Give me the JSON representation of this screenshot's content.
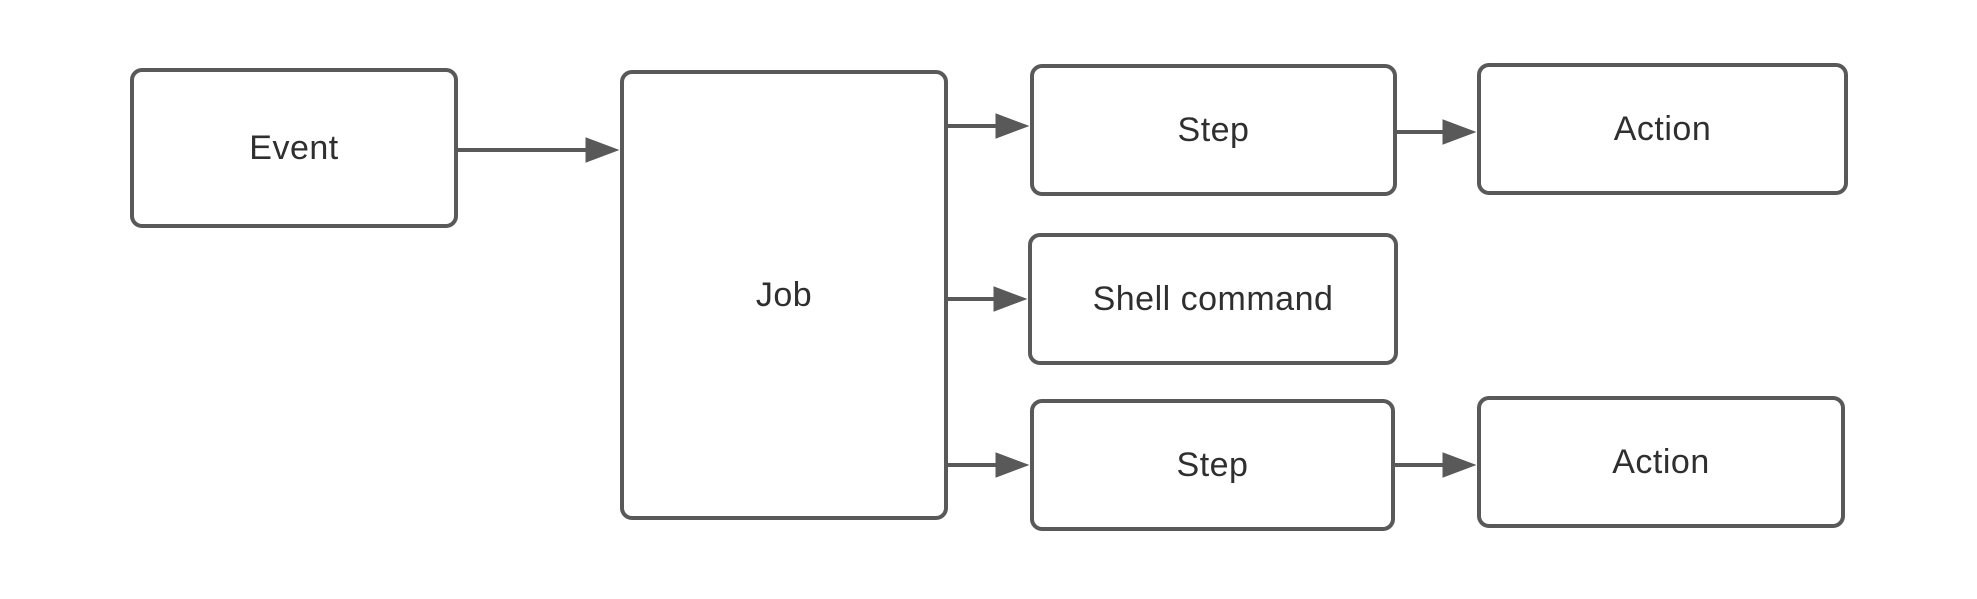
{
  "diagram": {
    "type": "flowchart",
    "background_color": "#ffffff",
    "stroke_color": "#595959",
    "text_color": "#2f2f2f",
    "nodes": {
      "event": {
        "label": "Event"
      },
      "job": {
        "label": "Job"
      },
      "step_top": {
        "label": "Step"
      },
      "action_top": {
        "label": "Action"
      },
      "shell_command": {
        "label": "Shell command"
      },
      "step_bottom": {
        "label": "Step"
      },
      "action_bottom": {
        "label": "Action"
      }
    },
    "edges": [
      {
        "from": "event",
        "to": "job"
      },
      {
        "from": "job",
        "to": "step_top"
      },
      {
        "from": "job",
        "to": "shell_command"
      },
      {
        "from": "job",
        "to": "step_bottom"
      },
      {
        "from": "step_top",
        "to": "action_top"
      },
      {
        "from": "step_bottom",
        "to": "action_bottom"
      }
    ]
  }
}
